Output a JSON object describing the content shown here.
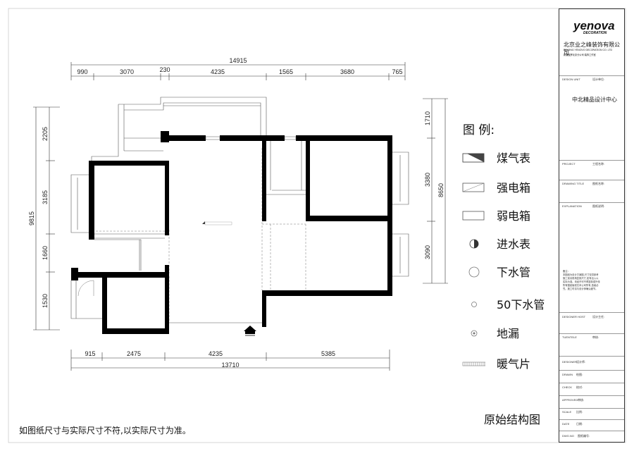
{
  "dimensions": {
    "top_total": "14915",
    "top_segments": [
      "990",
      "3070",
      "230",
      "4235",
      "1565",
      "3680",
      "765"
    ],
    "bottom_total": "13710",
    "bottom_segments": [
      "915",
      "2475",
      "4235",
      "5385"
    ],
    "left_total": "9815",
    "left_segments": [
      "2205",
      "3185",
      "1660",
      "1530"
    ],
    "right_total": "8650",
    "right_segments": [
      "1710",
      "3380",
      "3090"
    ]
  },
  "legend": {
    "title": "图 例:",
    "items": [
      {
        "label": "煤气表",
        "icon": "gas-meter-icon"
      },
      {
        "label": "强电箱",
        "icon": "power-box-icon"
      },
      {
        "label": "弱电箱",
        "icon": "low-voltage-box-icon"
      },
      {
        "label": "进水表",
        "icon": "water-meter-icon"
      },
      {
        "label": "下水管",
        "icon": "drain-pipe-icon"
      },
      {
        "label": "50下水管",
        "icon": "drain-pipe-50-icon"
      },
      {
        "label": "地漏",
        "icon": "floor-drain-icon"
      },
      {
        "label": "暖气片",
        "icon": "radiator-icon"
      }
    ]
  },
  "title_block": {
    "logo": "yenova",
    "logo_sub": "DECORATION",
    "company_cn": "北京业之峰装饰有限公司",
    "company_en": "BEI JING YENOVO DECORATION CO. LTD",
    "company_addr": "新疆鑫罗北京分公司·装饰工作室",
    "design_unit_label": "DESIGN UNIT",
    "design_unit_value": "设计单位:",
    "design_center": "中北精品设计中心",
    "project_label": "PROJECT",
    "project_value": "工程名称:",
    "drawing_title_label": "DRAWING TITLE",
    "drawing_title_value": "图纸名称:",
    "explanation_label": "EXPLANATION",
    "explanation_value": "图纸说明:",
    "notes": [
      "备注:",
      "本图纸为设计方案图,尺寸仅供参考",
      "施工前请现场复核尺寸,如有出入以",
      "实际为准。未经许可不得复制或外传",
      "所有图纸版权归本公司所有,违者必",
      "究。施工时请与设计师确认细节。"
    ],
    "designer_host_label": "DESIGNER HOST",
    "designer_host_value": "设计主任:",
    "tuentele_label": "TUENTELE",
    "tuentele_value": "审核:",
    "designer_label": "DESIGNER",
    "designer_value": "设计师:",
    "drawn_label": "DRAWN",
    "drawn_value": "绘图:",
    "check_label": "CHECK",
    "check_value": "校对:",
    "approved_label": "APPROVED",
    "approved_value": "审核:",
    "scale_label": "SCALE",
    "scale_value": "比例:",
    "date_label": "DATE",
    "date_value": "日期:",
    "dwg_label": "DWG.NO",
    "dwg_value": "图纸编号:"
  },
  "caption": "原始结构图",
  "footnote": "如图纸尺寸与实际尺寸不符,以实际尺寸为准。"
}
